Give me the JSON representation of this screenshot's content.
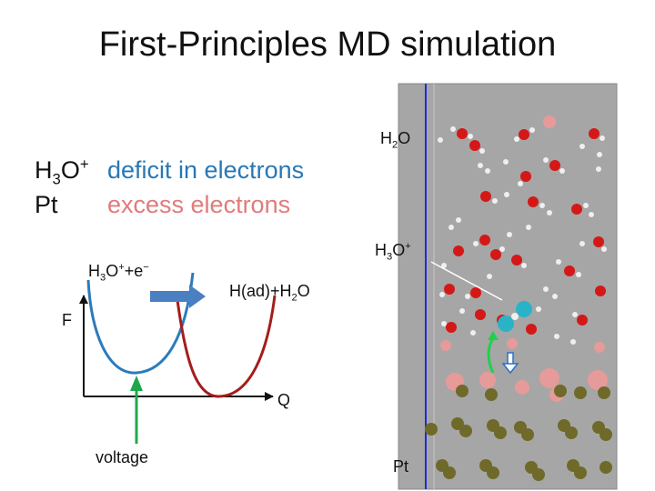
{
  "title": "First-Principles MD simulation",
  "legend": {
    "h3o_base": "H",
    "h3o_sub": "3",
    "h3o_o": "O",
    "h3o_sup": "+",
    "deficit": "deficit in electrons",
    "pt": "Pt",
    "excess": "excess electrons"
  },
  "diagram": {
    "left_curve": {
      "base": "H",
      "sub": "3",
      "o": "O",
      "sup1": "+",
      "plus_e": "+e",
      "sup2": "−"
    },
    "right_curve": {
      "pre": "H(ad)+H",
      "sub": "2",
      "post": "O"
    },
    "axis_y": "F",
    "axis_x": "Q",
    "arrow_label": "voltage",
    "colors": {
      "left": "#2b7bbb",
      "right": "#a51c1c",
      "shift_arrow": "#4a7fc1",
      "voltage_arrow": "#1fa84a"
    }
  },
  "simulation": {
    "label_water": {
      "base": "H",
      "sub": "2",
      "post": "O"
    },
    "label_hydronium": {
      "base": "H",
      "sub": "3",
      "o": "O",
      "sup": "+"
    },
    "label_metal": "Pt",
    "colors": {
      "background": "#a6a6a6",
      "electrode_line": "#1f2bd6",
      "oxygen": "#d41818",
      "hydrogen": "#efefef",
      "pt_charged": "#e79a9a",
      "pt_neutral": "#6f6a2a",
      "proton": "#2ab3c7"
    }
  }
}
